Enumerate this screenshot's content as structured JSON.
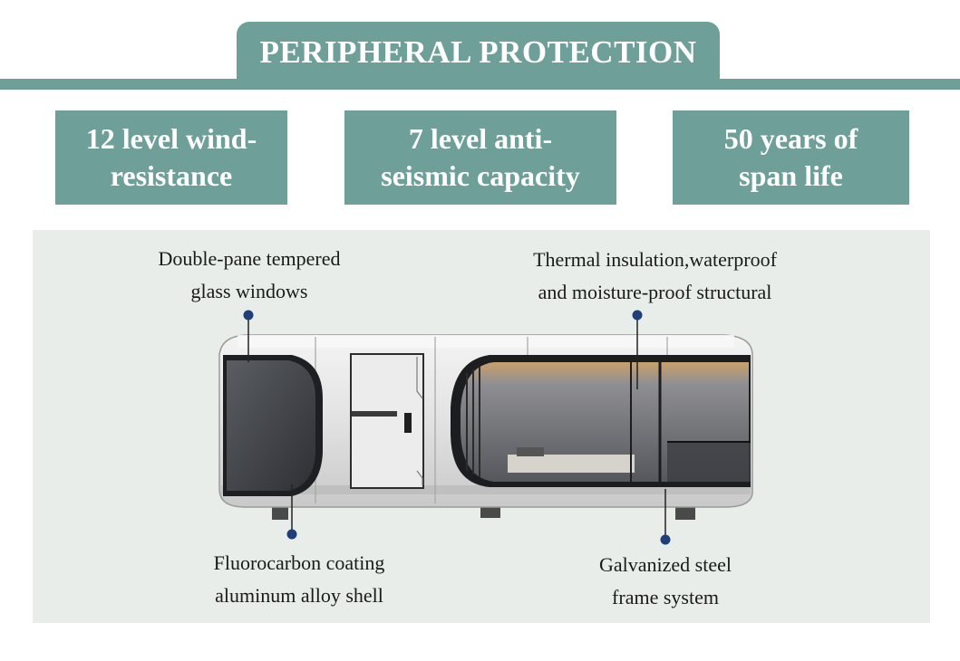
{
  "header": {
    "title": "PERIPHERAL PROTECTION"
  },
  "features": [
    {
      "line1": "12 level wind-",
      "line2": "resistance"
    },
    {
      "line1": "7 level anti-",
      "line2": "seismic capacity"
    },
    {
      "line1": "50 years of",
      "line2": "span life"
    }
  ],
  "callouts": {
    "windows": {
      "line1": "Double-pane tempered",
      "line2": "glass windows"
    },
    "insulation": {
      "line1": "Thermal insulation,waterproof",
      "line2": "and moisture-proof structural"
    },
    "shell": {
      "line1": "Fluorocarbon coating",
      "line2": "aluminum alloy shell"
    },
    "frame": {
      "line1": "Galvanized steel",
      "line2": "frame system"
    }
  },
  "colors": {
    "accent": "#6e9f98",
    "panel": "#e8ede9",
    "marker": "#1f3f7a"
  }
}
